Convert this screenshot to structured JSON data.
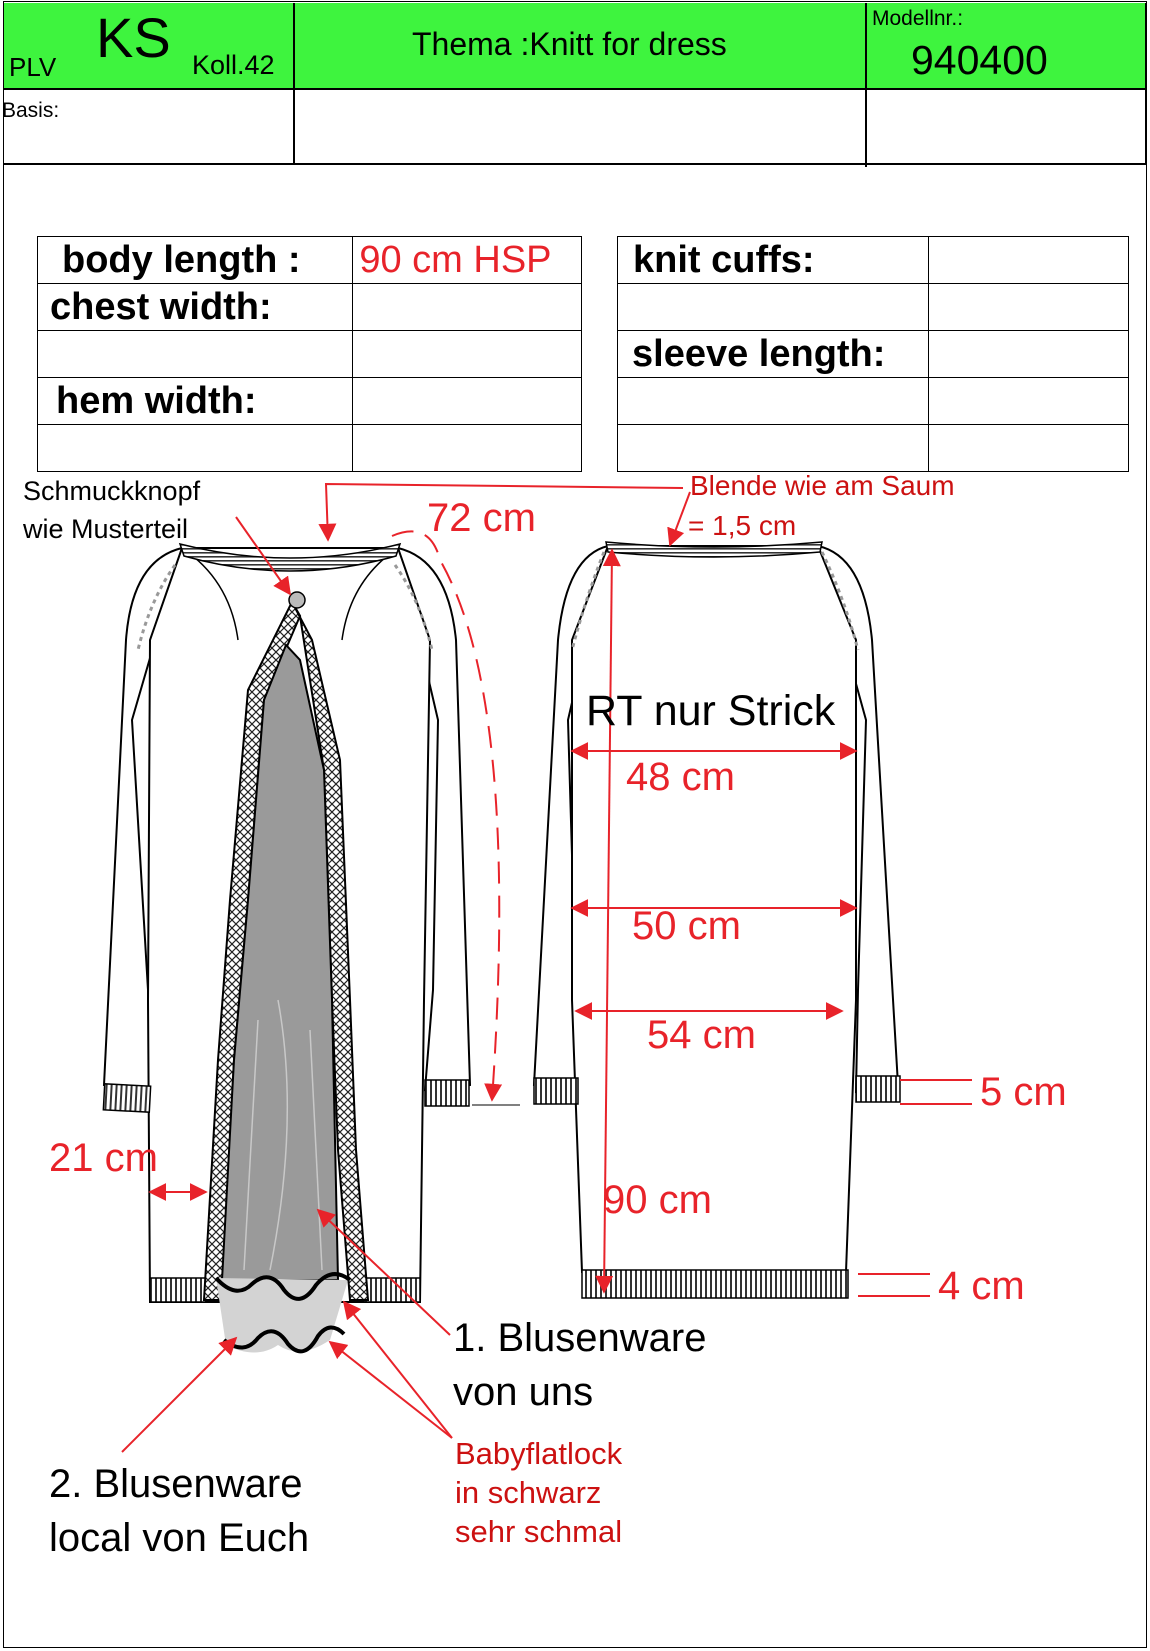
{
  "header": {
    "plv": "PLV",
    "ks": "KS",
    "koll": "Koll.42",
    "thema": "Thema :Knitt for dress",
    "modellnr_label": "Modellnr.:",
    "modellnr_value": "940400",
    "basis_label": "Basis:"
  },
  "spec_left": {
    "rows": [
      {
        "label": "body length :",
        "value": "90 cm HSP"
      },
      {
        "label": "chest  width:",
        "value": ""
      },
      {
        "label": "",
        "value": ""
      },
      {
        "label": "hem width:",
        "value": ""
      },
      {
        "label": "",
        "value": ""
      }
    ]
  },
  "spec_right": {
    "rows": [
      {
        "label": "knit cuffs:",
        "value": ""
      },
      {
        "label": "",
        "value": ""
      },
      {
        "label": "sleeve length:",
        "value": ""
      },
      {
        "label": "",
        "value": ""
      },
      {
        "label": "",
        "value": ""
      }
    ]
  },
  "annotations": {
    "schmuckknopf_line1": "Schmuckknopf",
    "schmuckknopf_line2": "wie Musterteil",
    "sleeve_72": "72 cm",
    "blende_line1": "Blende wie am Saum",
    "blende_line2": "= 1,5 cm",
    "rt_nur_strick": "RT nur Strick",
    "m48": "48 cm",
    "m50": "50 cm",
    "m54": "54 cm",
    "m90": "90 cm",
    "m21": "21 cm",
    "m5": "5 cm",
    "m4": "4 cm",
    "bluse1_line1": "1. Blusenware",
    "bluse1_line2": "von uns",
    "bluse2_line1": "2. Blusenware",
    "bluse2_line2": "local von Euch",
    "baby_line1": "Babyflatlock",
    "baby_line2": "in schwarz",
    "baby_line3": "sehr schmal"
  },
  "colors": {
    "header_green": "#3ef43e",
    "annotation_red": "#e8232a",
    "lining_grey": "#9a9a9a"
  }
}
